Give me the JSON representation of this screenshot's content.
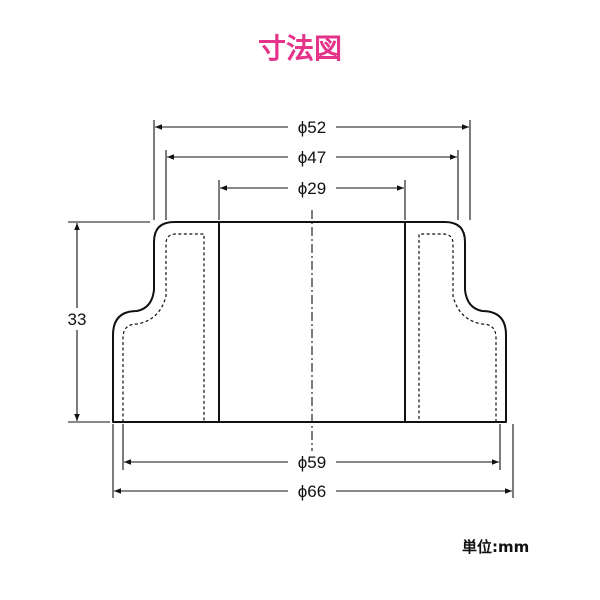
{
  "title": "寸法図",
  "colors": {
    "title": "#e5338a",
    "line": "#111111"
  },
  "dimensions": {
    "top_outer": "ϕ52",
    "top_middle": "ϕ47",
    "bore": "ϕ29",
    "height": "33",
    "bottom_inner": "ϕ59",
    "bottom_outer": "ϕ66"
  },
  "unit_label": "単位",
  "unit_value": ":mm"
}
